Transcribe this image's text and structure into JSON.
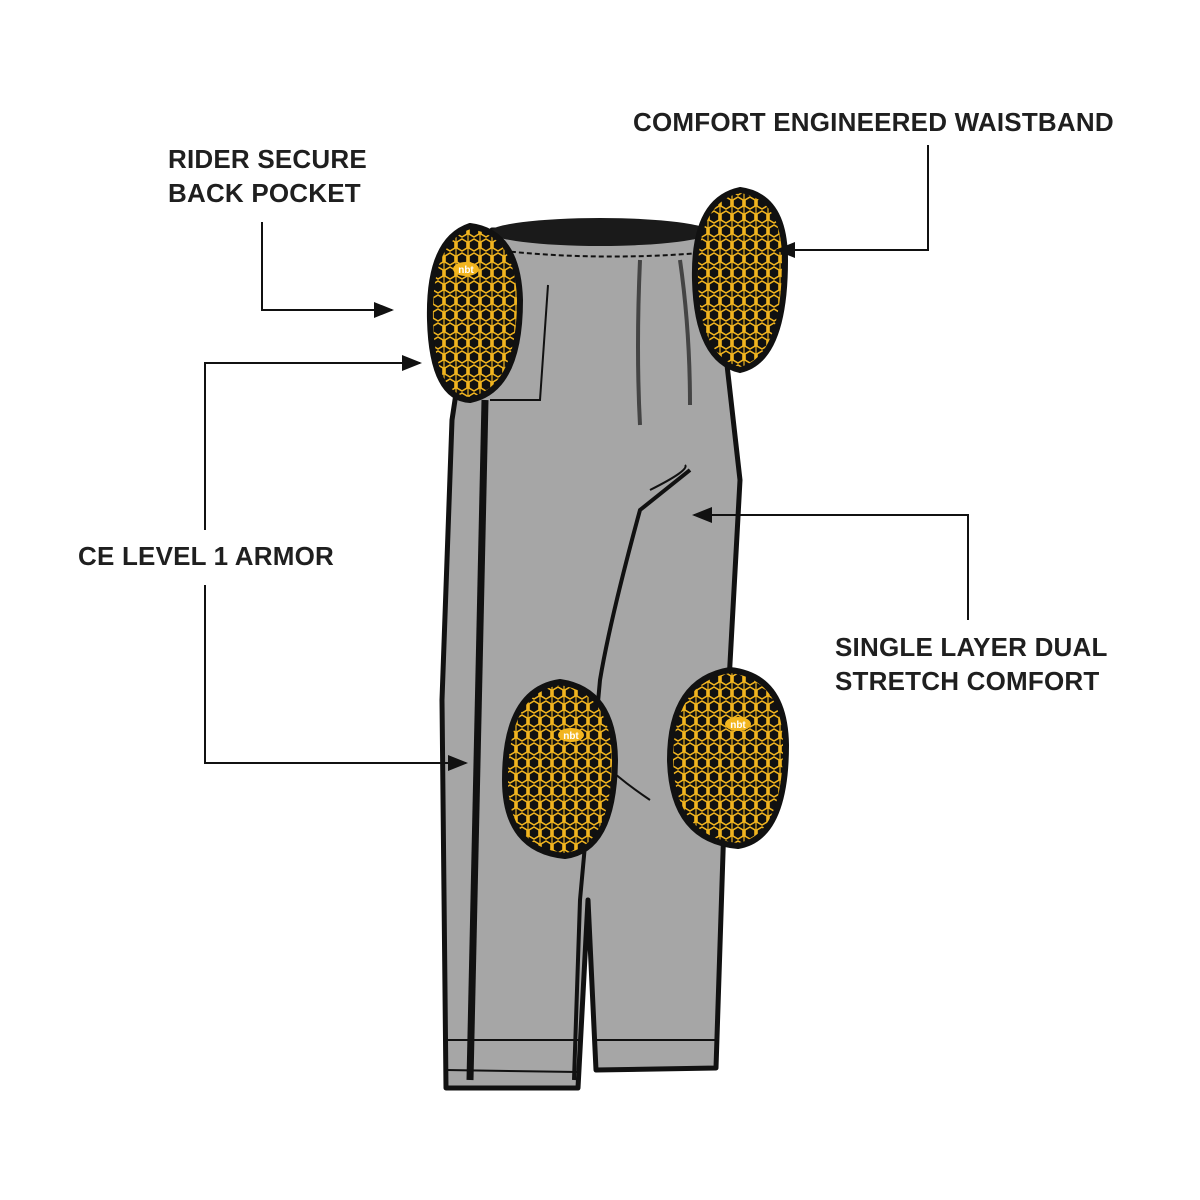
{
  "callouts": {
    "waistband": "COMFORT ENGINEERED WAISTBAND",
    "back_pocket_line1": "RIDER SECURE",
    "back_pocket_line2": "BACK POCKET",
    "armor": "CE LEVEL 1 ARMOR",
    "stretch_line1": "SINGLE LAYER DUAL",
    "stretch_line2": "STRETCH COMFORT"
  },
  "armor_logo": "nbt",
  "colors": {
    "pants": "#a6a6a6",
    "armor": "#f2b51f",
    "outline": "#111111",
    "text": "#1f1f1f"
  }
}
